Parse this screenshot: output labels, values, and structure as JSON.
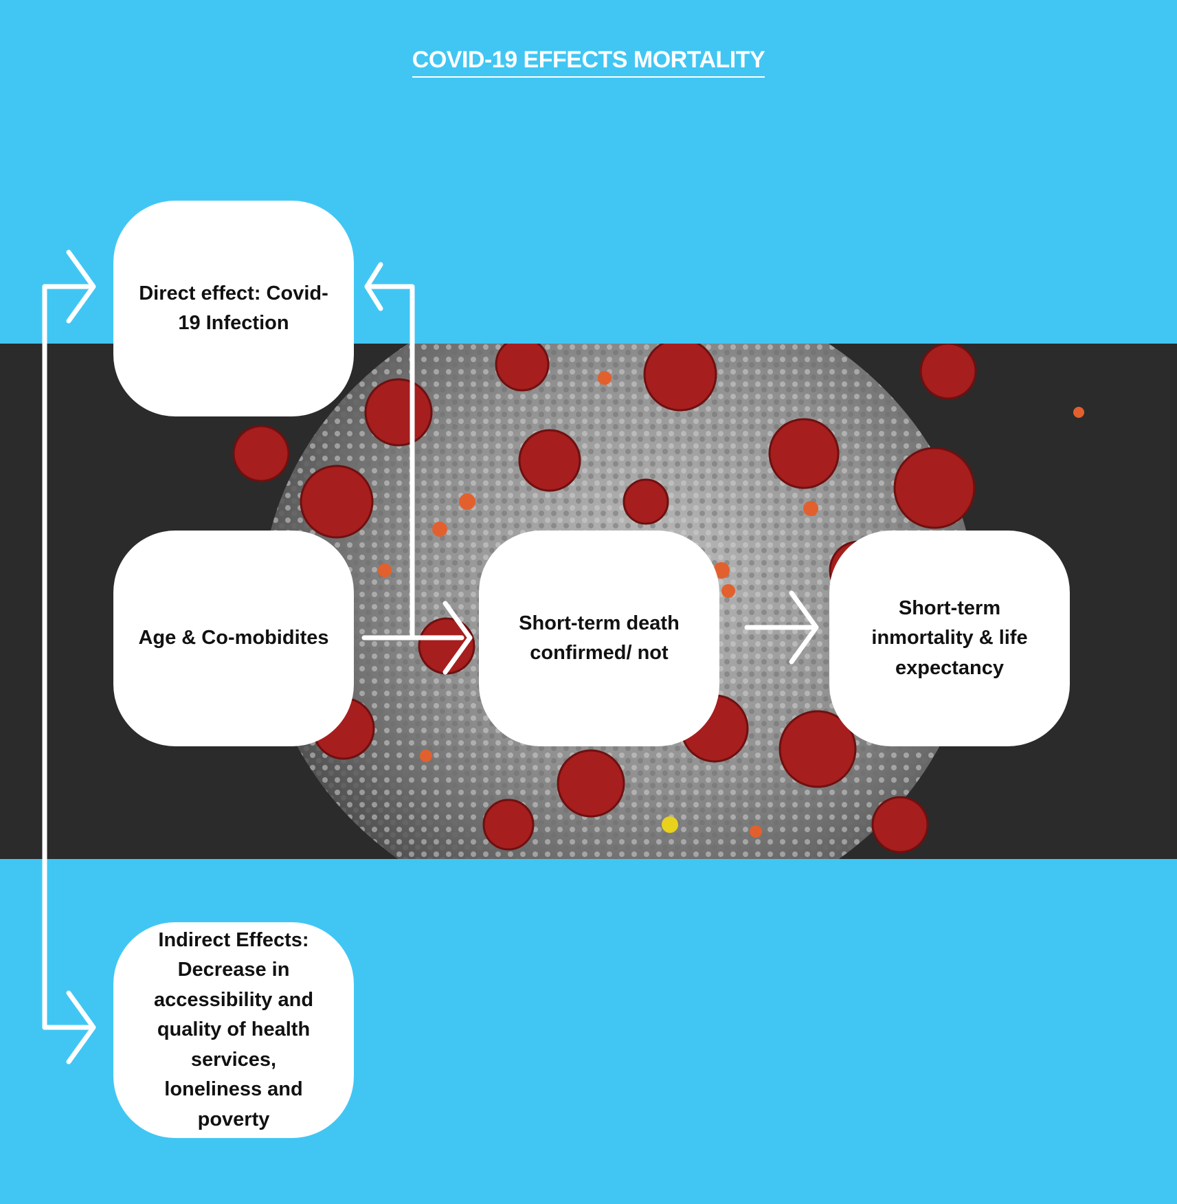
{
  "diagram": {
    "title": "COVID-19 EFFECTS MORTALITY",
    "nodes": {
      "direct": "Direct effect: Covid-19 Infection",
      "age": "Age & Co-mobidites",
      "short_death": "Short-term death confirmed/ not",
      "inmortality": "Short-term inmortality & life expectancy",
      "indirect": "Indirect Effects: Decrease in accessibility and quality of health services, loneliness and poverty"
    },
    "edges": [
      {
        "from": "age",
        "to": "short_death"
      },
      {
        "from": "age",
        "to": "direct"
      },
      {
        "from": "short_death",
        "to": "inmortality"
      },
      {
        "from": "trunk",
        "to": "direct"
      },
      {
        "from": "trunk",
        "to": "indirect"
      }
    ]
  },
  "colors": {
    "background": "#41c6f3",
    "band": "#2b2b2b",
    "node_fill": "#ffffff",
    "arrow": "#ffffff",
    "virus_spike": "#a61e1e",
    "virus_body": "#8a8a8a"
  }
}
